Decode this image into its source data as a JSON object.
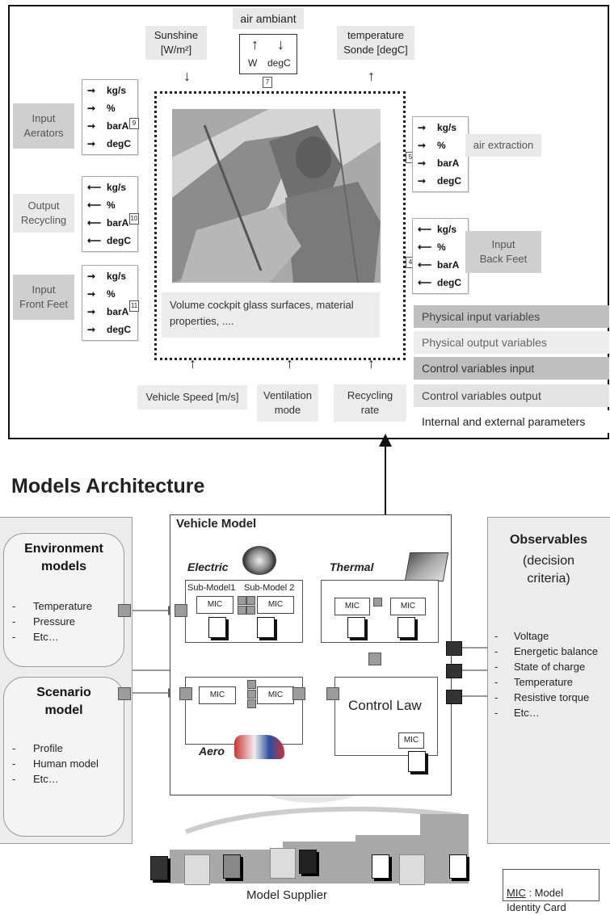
{
  "top_diagram": {
    "air_ambiant": {
      "title": "air ambiant",
      "w": "W",
      "degc": "degC",
      "num": "7"
    },
    "sunshine": "Sunshine\n[W/m²]",
    "temperature": "temperature\nSonde [degC]",
    "ports": {
      "kg": "kg/s",
      "pct": "%",
      "bar": "barA",
      "degc": "degC"
    },
    "inputs_left": [
      {
        "label": "Input\nAerators",
        "num": "9"
      },
      {
        "label": "Output\nRecycling",
        "num": "10"
      },
      {
        "label": "Input\nFront Feet",
        "num": "11"
      }
    ],
    "inputs_right": [
      {
        "label": "air extraction",
        "num": "5"
      },
      {
        "label": "Input\nBack Feet",
        "num": "4"
      }
    ],
    "params_text": "Volume cockpit glass surfaces, material properties, ....",
    "bottom": {
      "vehicle_speed": "Vehicle Speed [m/s]",
      "ventilation": "Ventilation\nmode",
      "recycling": "Recycling\nrate"
    },
    "legend": [
      {
        "label": "Physical input variables",
        "color": "#bfbfbf"
      },
      {
        "label": "Physical output variables",
        "color": "#ededed"
      },
      {
        "label": "Control variables input",
        "color": "#bfbfbf"
      },
      {
        "label": "Control variables output",
        "color": "#e3e3e3"
      },
      {
        "label": "Internal and external parameters",
        "color": "#ffffff"
      }
    ]
  },
  "section_title": "Models Architecture",
  "environment": {
    "title": "Environment\nmodels",
    "items": [
      "Temperature",
      "Pressure",
      "Etc…"
    ]
  },
  "scenario": {
    "title": "Scenario\nmodel",
    "items": [
      "Profile",
      "Human model",
      "Etc…"
    ]
  },
  "vehicle_model": {
    "title": "Vehicle Model",
    "electric": "Electric",
    "thermal": "Thermal",
    "aero": "Aero",
    "sub_model_1": "Sub-Model1",
    "sub_model_2": "Sub-Model 2",
    "mic": "MIC",
    "control_law": "Control Law"
  },
  "observables": {
    "title": "Observables",
    "subtitle": "(decision\ncriteria)",
    "items": [
      "Voltage",
      "Energetic balance",
      "State of charge",
      "Temperature",
      "Resistive torque",
      "Etc…"
    ]
  },
  "supplier": "Model Supplier",
  "mic_note": {
    "abbr": "MIC",
    "text": " : Model\nIdentity Card"
  }
}
